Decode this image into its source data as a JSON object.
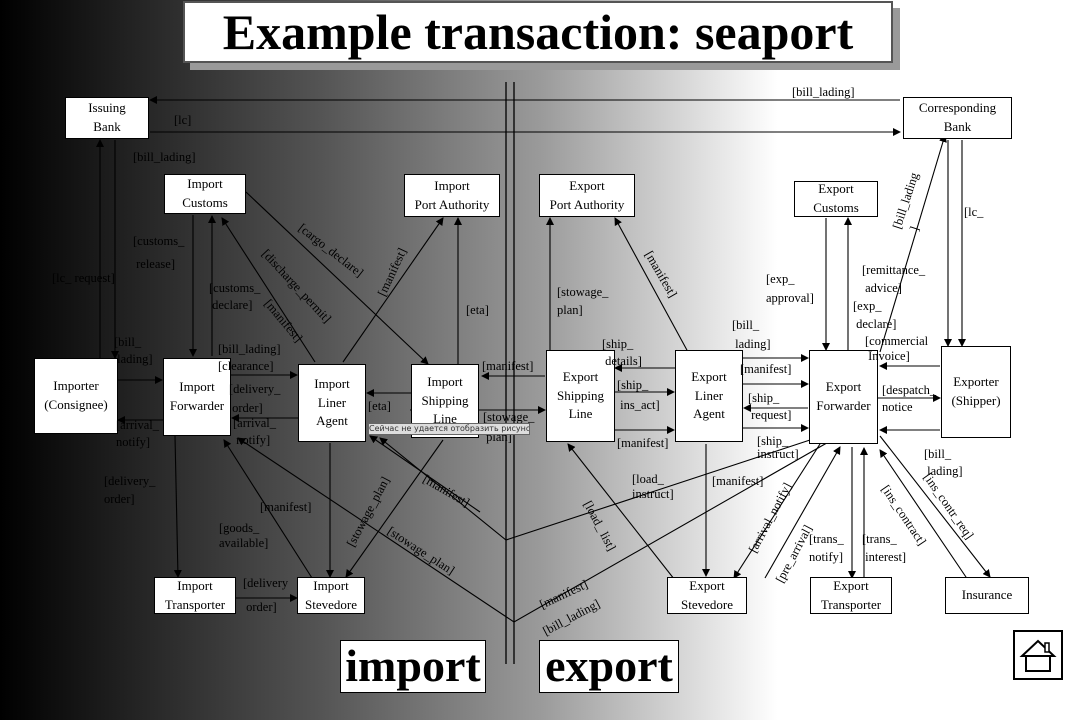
{
  "title": "Example transaction: seaport",
  "boxes": {
    "issuing_bank": "Issuing\nBank",
    "corresponding_bank": "Corresponding\nBank",
    "import_customs": "Import\nCustoms",
    "import_port_authority": "Import\nPort Authority",
    "export_port_authority": "Export\nPort Authority",
    "export_customs": "Export\nCustoms",
    "importer": "Importer\n(Consignee)",
    "import_forwarder": "Import\nForwarder",
    "import_liner_agent": "Import\nLiner\nAgent",
    "import_shipping_line": "Import\nShipping\nLine",
    "export_shipping_line": "Export\nShipping\nLine",
    "export_liner_agent": "Export\nLiner\nAgent",
    "export_forwarder": "Export\nForwarder",
    "exporter": "Exporter\n(Shipper)",
    "import_transporter": "Import\nTransporter",
    "import_stevedore": "Import\nStevedore",
    "export_stevedore": "Export\nStevedore",
    "export_transporter": "Export\nTransporter",
    "insurance": "Insurance"
  },
  "labels": {
    "bill_lading_top": "[bill_lading]",
    "lc_top": "[lc]",
    "bill_lading_left": "[bill_lading]",
    "customs_release": "[customs_\n release]",
    "lc_request": "[lc_ request]",
    "customs_declare": "[customs_\n declare]",
    "bill_lading_importer": "[bill_\n lading]",
    "bill_lading_clearance": "[bill_lading]\n[clearance]",
    "delivery_order_mid": "[delivery_\n order]",
    "arrival_notify_left": "[arrival_\nnotify]",
    "arrival_notify_mid": "[arrival_\n notify]",
    "eta_mid": "[eta]",
    "eta_upper": "[eta]",
    "manifest_isl": "[manifest]",
    "stowage_plan_mid": "[stowage_\n plan]",
    "stowage_plan_upper": "[stowage_\nplan]",
    "ship_details": "[ship_\n details]",
    "ship_ins_act": "[ship_\n ins_act]",
    "manifest_esl": "[manifest]",
    "bill_lading_ela": "[bill_\n lading]",
    "manifest_ela": "[manifest]",
    "ship_request": "[ship_\n request]",
    "ship_instruct": "[ship_\ninstruct]",
    "exp_approval": "[exp_\napproval]",
    "remittance_advice": "[remittance_\n advice]",
    "exp_declare": "[exp_\n declare]",
    "commercial_invoice": "[commercial\n Invoice]",
    "despatch_notice": "[despatch_\nnotice",
    "lc_right": "[lc_",
    "bill_lading_exporter": "[bill_\n lading]",
    "delivery_order_left": "[delivery_\norder]",
    "manifest_lower": "[manifest]",
    "goods_available": "[goods_\navailable]",
    "delivery_order_bottom": "[delivery\n\n order]",
    "load_instruct": "[load_\ninstruct]",
    "manifest_export_lower": "[manifest]",
    "trans_notify": "[trans_\nnotify]",
    "trans_interest": "[trans_\n interest]",
    "cargo_declare": "[cargo_declare]",
    "manifest_rot1": "[manifest]",
    "discharge_permit": "[discharge_permit]",
    "manifest_rot2": "[manifest]",
    "manifest_rot3": "[manifest]",
    "bill_lading_rot": "[bill_lading\n ]",
    "stowage_plan_rot1": "[stowage_plan]",
    "manifest_rot4": "[manifest]",
    "stowage_plan_rot2": "[stowage_plan]",
    "load_list": "[load_ list]",
    "arrival_notify_rot": "[arrival_notify]",
    "pre_arrival": "[pre_arrival]",
    "ins_contract": "[ins_contract]",
    "ins_contr_req": "[ins_contr_req]",
    "manifest_rot5": "[manifest]",
    "bill_lading_rot2": "[bill_lading]"
  },
  "tooltip": "Сейчас не удается отобразить рисунок",
  "sections": {
    "import": "import",
    "export": "export"
  },
  "icons": {
    "home": "home-icon"
  }
}
